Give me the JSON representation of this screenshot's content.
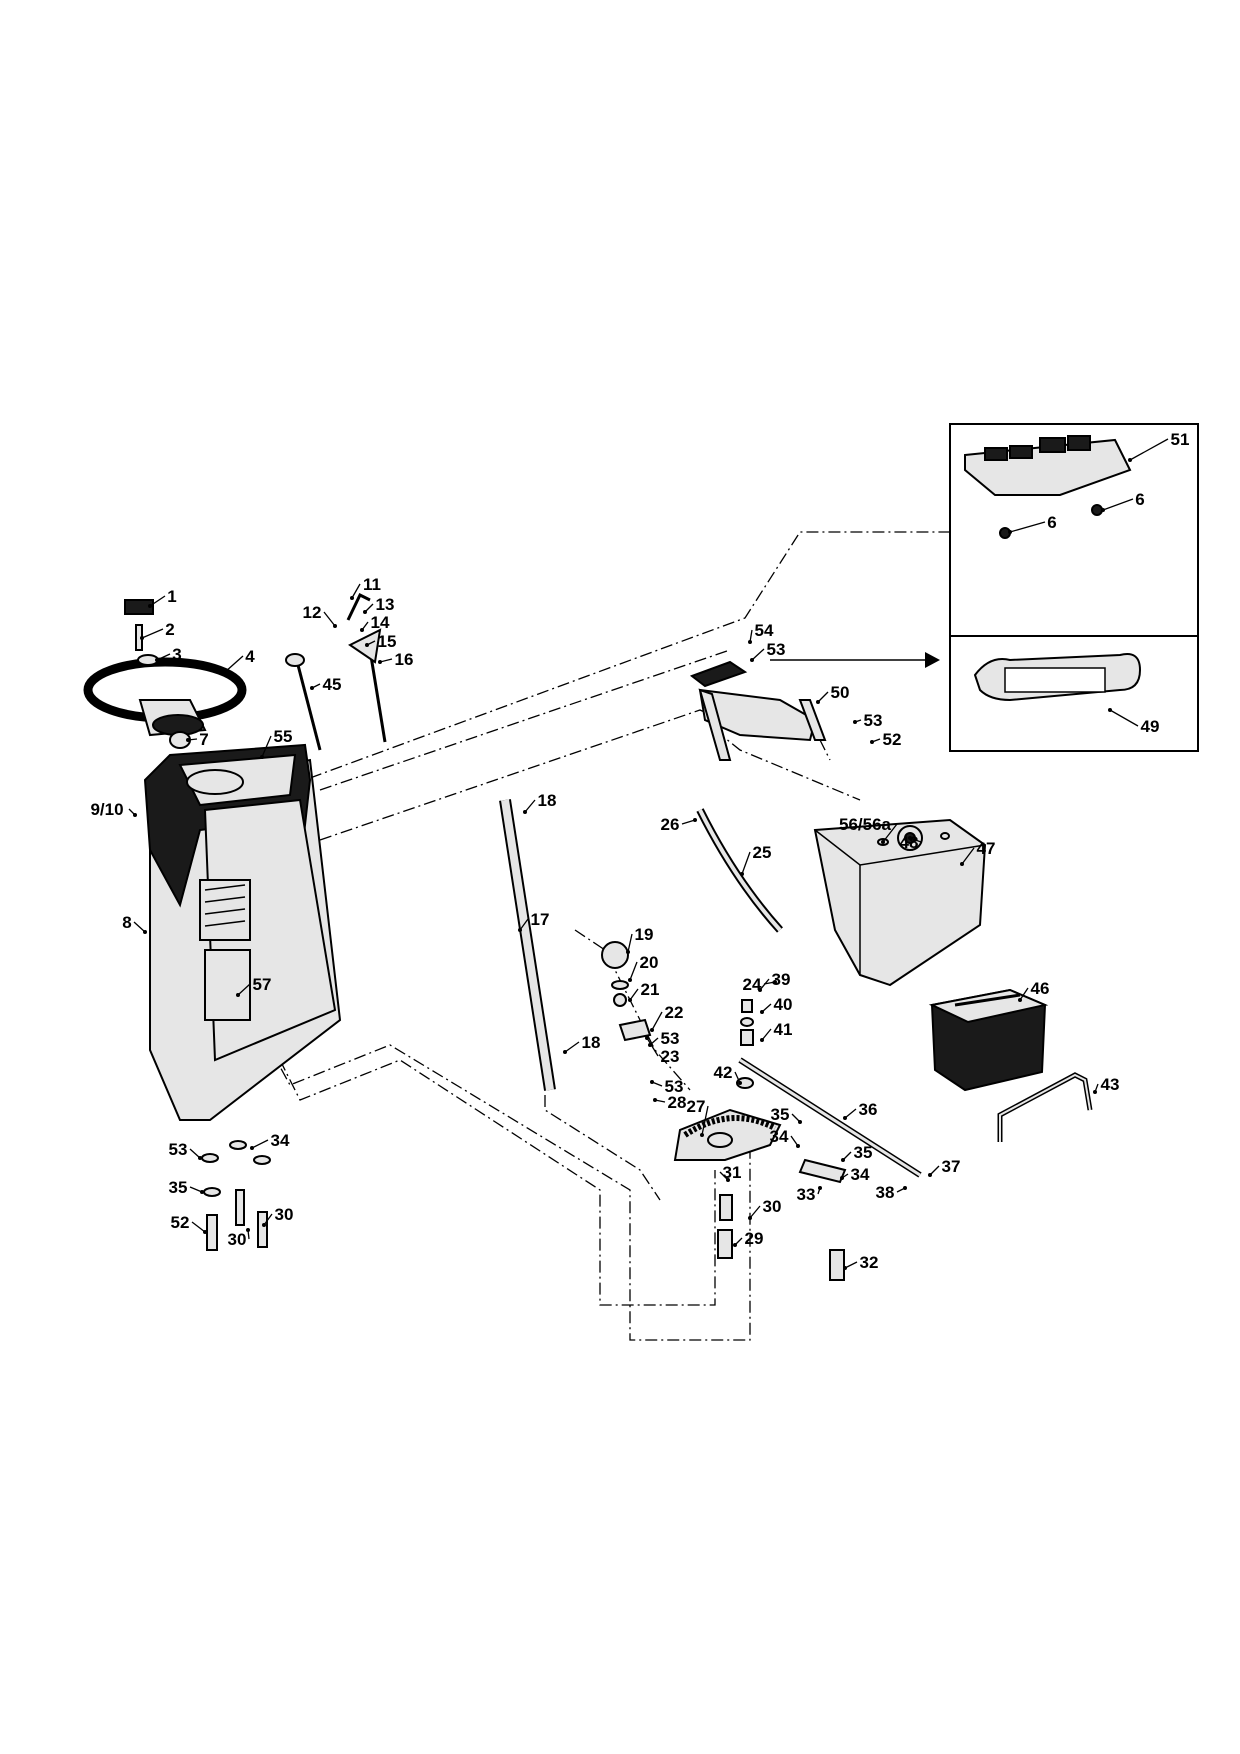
{
  "labels": [
    "1",
    "2",
    "3",
    "4",
    "7",
    "55",
    "9/10",
    "8",
    "57",
    "11",
    "12",
    "13",
    "14",
    "15",
    "16",
    "45",
    "18",
    "17",
    "18",
    "26",
    "25",
    "24",
    "19",
    "20",
    "21",
    "22",
    "53",
    "23",
    "53",
    "28",
    "27",
    "31",
    "30",
    "29",
    "39",
    "40",
    "41",
    "42",
    "36",
    "35",
    "34",
    "35",
    "34",
    "37",
    "38",
    "33",
    "32",
    "54",
    "53",
    "50",
    "53",
    "52",
    "56/56a",
    "48",
    "47",
    "46",
    "43",
    "53",
    "34",
    "35",
    "52",
    "30",
    "30",
    "51",
    "6",
    "6",
    "49"
  ]
}
